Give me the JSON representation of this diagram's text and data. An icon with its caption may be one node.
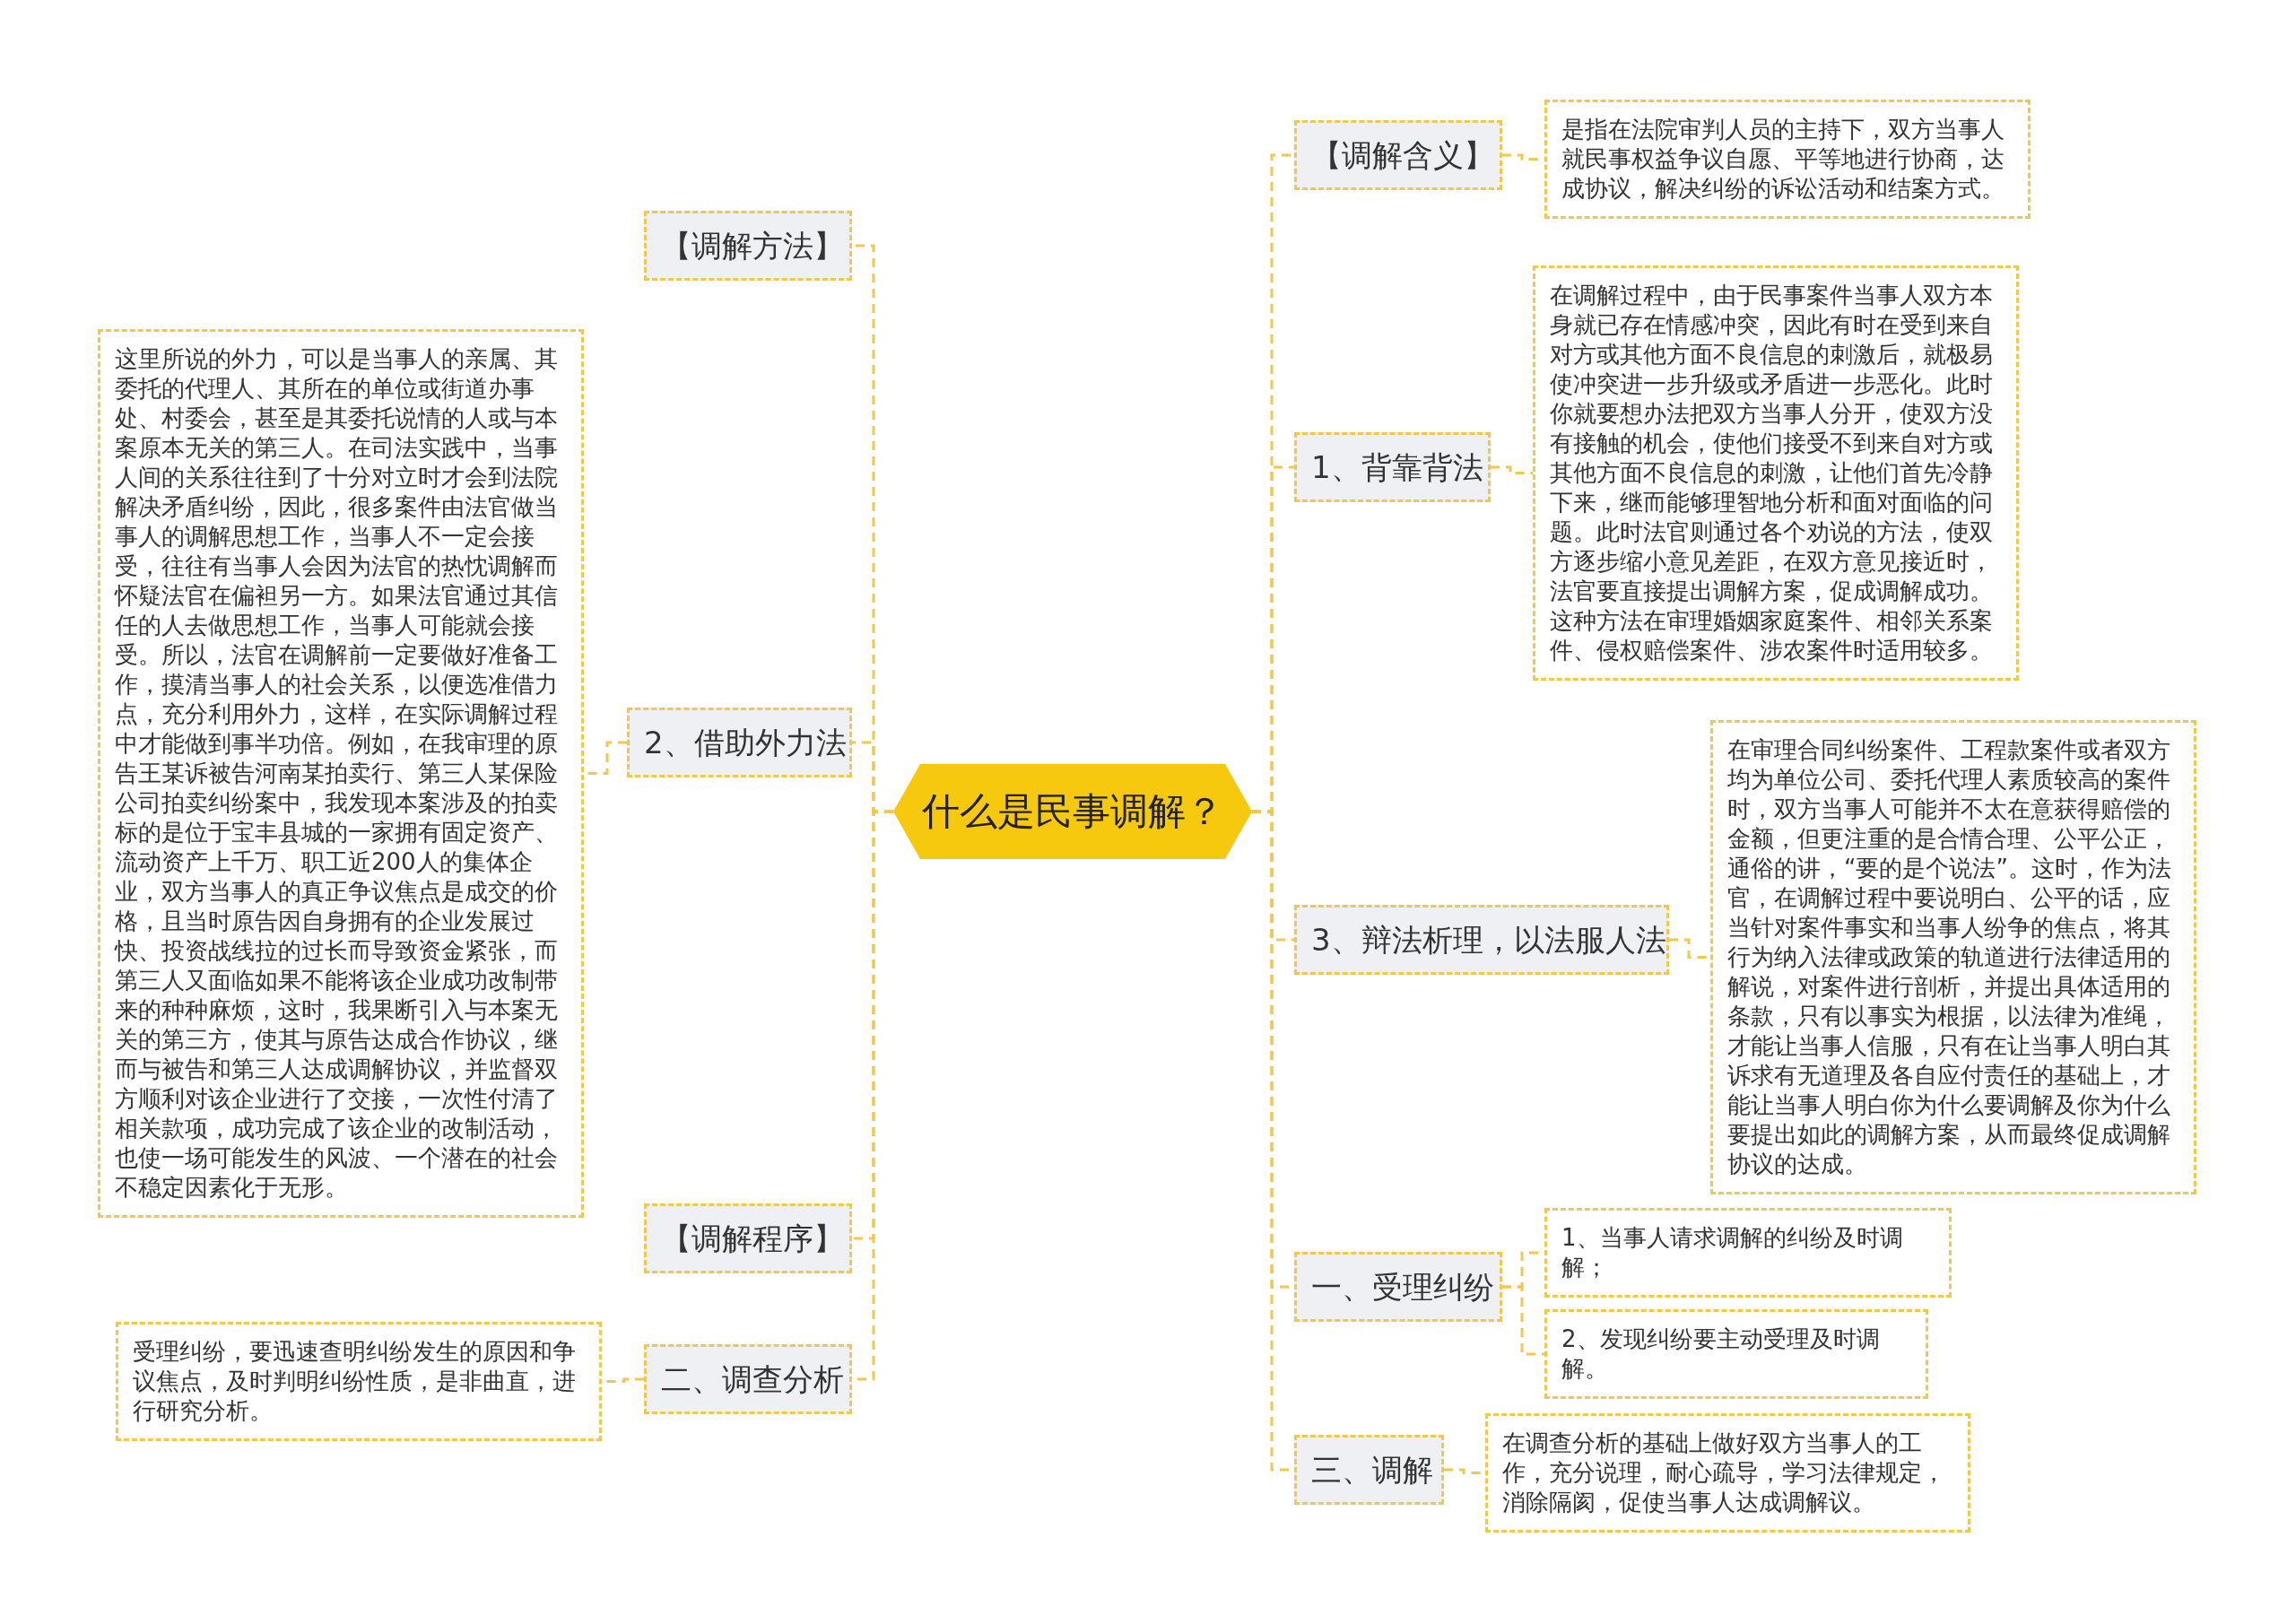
{
  "diagram": {
    "nodes": [
      {
        "text": [
          "什么是民事调解？"
        ]
      },
      {
        "text": [
          "【调解方法】"
        ]
      },
      {
        "text": [
          "2、借助外力法"
        ]
      },
      {
        "text": [
          "这里所说的外力，可以是当事人的亲属、其委托的代理人、其所在的单位或街道办事处、村委会，甚至是其委托说情的人或与本案原本无关的第三人。在司法实践中，当事人间的关系往往到了十分对立时才会到法院解决矛盾纠纷，因此，很多案件由法官做当事人的调解思想工作，当事人不一定会接受，往往有当事人会因为法官的热忱调解而怀疑法官在偏袒另一方。如果法官通过其信任的人去做思想工作，当事人可能就会接受。所以，法官在调解前一定要做好准备工作，摸清当事人的社会关系，以便选准借力点，充分利用外力，这样，在实际调解过程中才能做到事半功倍。例如，在我审理的原告王某诉被告河南某拍卖行、第三人某保险公司拍卖纠纷案中，我发现本案涉及的拍卖标的是位于宝丰县城的一家拥有固定资产、流动资产上千万、职工近200人的集体企业，双方当事人的真正争议焦点是成交的价格，且当时原告因自身拥有的企业发展过快、投资战线拉的过长而导致资金紧张，而第三人又面临如果不能将该企业成功改制带来的种种麻烦，这时，我果断引入与本案无关的第三方，使其与原告达成合作协议，继而与被告和第三人达成调解协议，并监督双方顺利对该企业进行了交接，一次性付清了相关款项，成功完成了该企业的改制活动，也使一场可能发生的风波、一个潜在的社会不稳定因素化于无形。"
        ]
      },
      {
        "text": [
          "【调解程序】"
        ]
      },
      {
        "text": [
          "二、调查分析"
        ]
      },
      {
        "text": [
          "受理纠纷，要迅速查明纠纷发生的原因和争议焦点，及时判明纠纷性质，是非曲直，进行研究分析。"
        ]
      },
      {
        "text": [
          "【调解含义】"
        ]
      },
      {
        "text": [
          "是指在法院审判人员的主持下，双方当事人就民事权益争议自愿、平等地进行协商，达成协议，解决纠纷的诉讼活动和结案方式。"
        ]
      },
      {
        "text": [
          "1、背靠背法"
        ]
      },
      {
        "text": [
          "在调解过程中，由于民事案件当事人双方本身就已存在情感冲突，因此有时在受到来自对方或其他方面不良信息的刺激后，就极易使冲突进一步升级或矛盾进一步恶化。此时你就要想办法把双方当事人分开，使双方没有接触的机会，使他们接受不到来自对方或其他方面不良信息的刺激，让他们首先冷静下来，继而能够理智地分析和面对面临的问题。此时法官则通过各个劝说的方法，使双方逐步缩小意见差距，在双方意见接近时，法官要直接提出调解方案，促成调解成功。这种方法在审理婚姻家庭案件、相邻关系案件、侵权赔偿案件、涉农案件时适用较多。"
        ]
      },
      {
        "text": [
          "3、辩法析理，以法服人法"
        ]
      },
      {
        "text": [
          "在审理合同纠纷案件、工程款案件或者双方均为单位公司、委托代理人素质较高的案件时，双方当事人可能并不太在意获得赔偿的金额，但更注重的是合情合理、公平公正，通俗的讲，“要的是个说法”。这时，作为法官，在调解过程中要说明白、公平的话，应当针对案件事实和当事人纷争的焦点，将其行为纳入法律或政策的轨道进行法律适用的解说，对案件进行剖析，并提出具体适用的条款，只有以事实为根据，以法律为准绳，才能让当事人信服，只有在让当事人明白其诉求有无道理及各自应付责任的基础上，才能让当事人明白你为什么要调解及你为什么要提出如此的调解方案，从而最终促成调解协议的达成。"
        ]
      },
      {
        "text": [
          "一、受理纠纷"
        ]
      },
      {
        "text": [
          "1、当事人请求调解的纠纷及时调解；"
        ]
      },
      {
        "text": [
          "2、发现纠纷要主动受理及时调解。"
        ]
      },
      {
        "text": [
          "三、调解"
        ]
      },
      {
        "text": [
          "在调查分析的基础上做好双方当事人的工作，充分说理，耐心疏导，学习法律规定，消除隔阂，促使当事人达成调解议。"
        ]
      }
    ],
    "edges": [
      {
        "from": 0,
        "to": 1,
        "arrow": "none"
      },
      {
        "from": 0,
        "to": 2,
        "arrow": "none"
      },
      {
        "from": 2,
        "to": 3,
        "arrow": "none"
      },
      {
        "from": 0,
        "to": 4,
        "arrow": "none"
      },
      {
        "from": 0,
        "to": 5,
        "arrow": "none"
      },
      {
        "from": 5,
        "to": 6,
        "arrow": "none"
      },
      {
        "from": 0,
        "to": 7,
        "arrow": "none"
      },
      {
        "from": 7,
        "to": 8,
        "arrow": "none"
      },
      {
        "from": 0,
        "to": 9,
        "arrow": "none"
      },
      {
        "from": 9,
        "to": 10,
        "arrow": "none"
      },
      {
        "from": 0,
        "to": 11,
        "arrow": "none"
      },
      {
        "from": 11,
        "to": 12,
        "arrow": "none"
      },
      {
        "from": 0,
        "to": 13,
        "arrow": "none"
      },
      {
        "from": 13,
        "to": 14,
        "arrow": "none"
      },
      {
        "from": 13,
        "to": 15,
        "arrow": "none"
      },
      {
        "from": 0,
        "to": 16,
        "arrow": "none"
      },
      {
        "from": 16,
        "to": 17,
        "arrow": "none"
      }
    ]
  }
}
